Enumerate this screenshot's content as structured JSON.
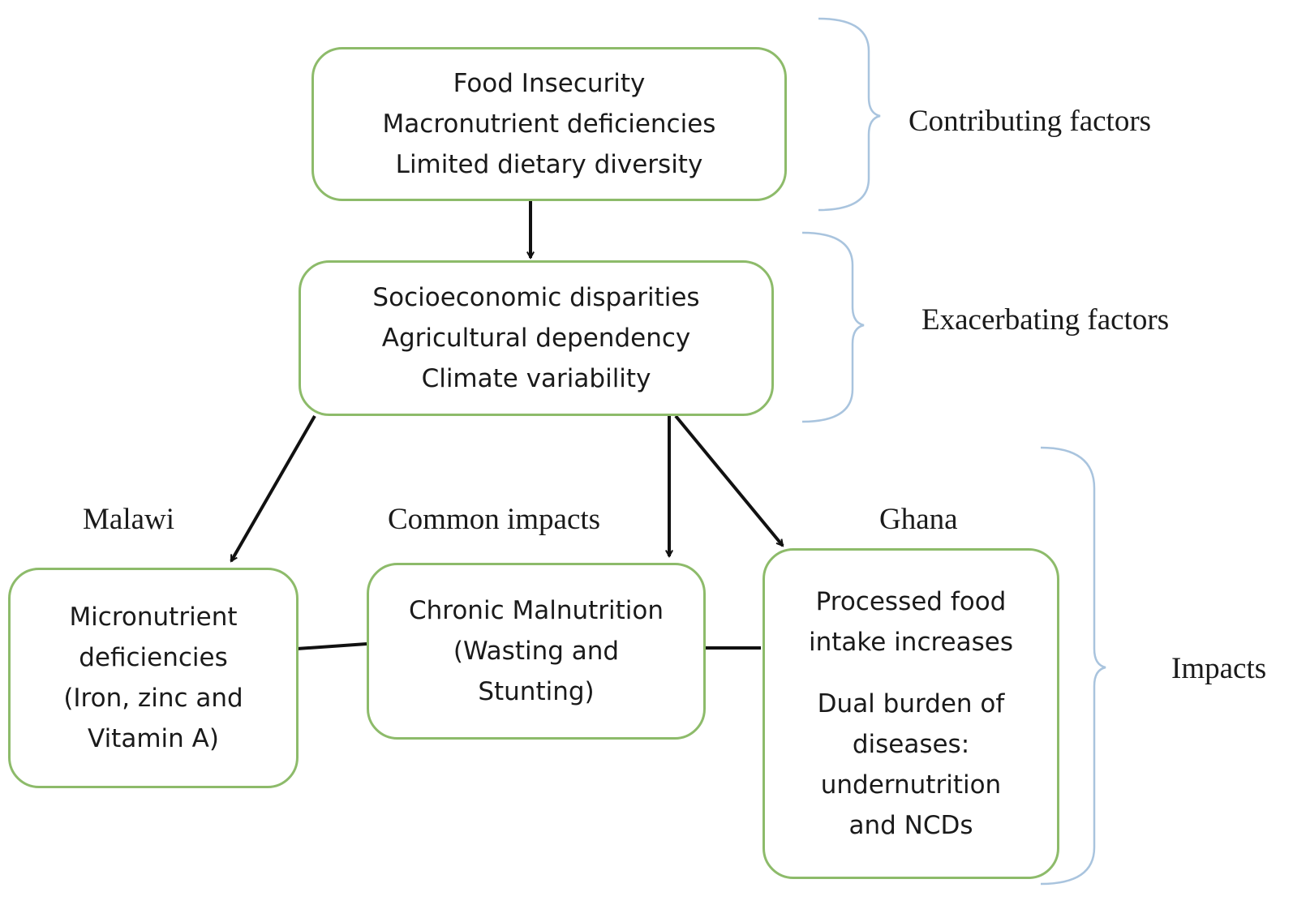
{
  "colors": {
    "box_border": "#8dbb6a",
    "bracket": "#a9c4de",
    "arrow": "#111111",
    "text": "#1a1a1a"
  },
  "boxes": {
    "contributing": {
      "lines": [
        "Food Insecurity",
        "Macronutrient deficiencies",
        "Limited dietary diversity"
      ]
    },
    "exacerbating": {
      "lines": [
        "Socioeconomic disparities",
        "Agricultural dependency",
        "Climate variability"
      ]
    },
    "malawi": {
      "lines": [
        "Micronutrient",
        "deficiencies",
        "(Iron, zinc and",
        "Vitamin A)"
      ]
    },
    "common": {
      "lines": [
        "Chronic Malnutrition",
        "(Wasting and",
        "Stunting)"
      ]
    },
    "ghana": {
      "para1": [
        "Processed food",
        "intake increases"
      ],
      "para2": [
        "Dual burden of",
        "diseases:",
        "undernutrition",
        "and NCDs"
      ]
    }
  },
  "labels": {
    "malawi": "Malawi",
    "common": "Common impacts",
    "ghana": "Ghana"
  },
  "brackets": {
    "contributing": "Contributing factors",
    "exacerbating": "Exacerbating factors",
    "impacts": "Impacts"
  }
}
